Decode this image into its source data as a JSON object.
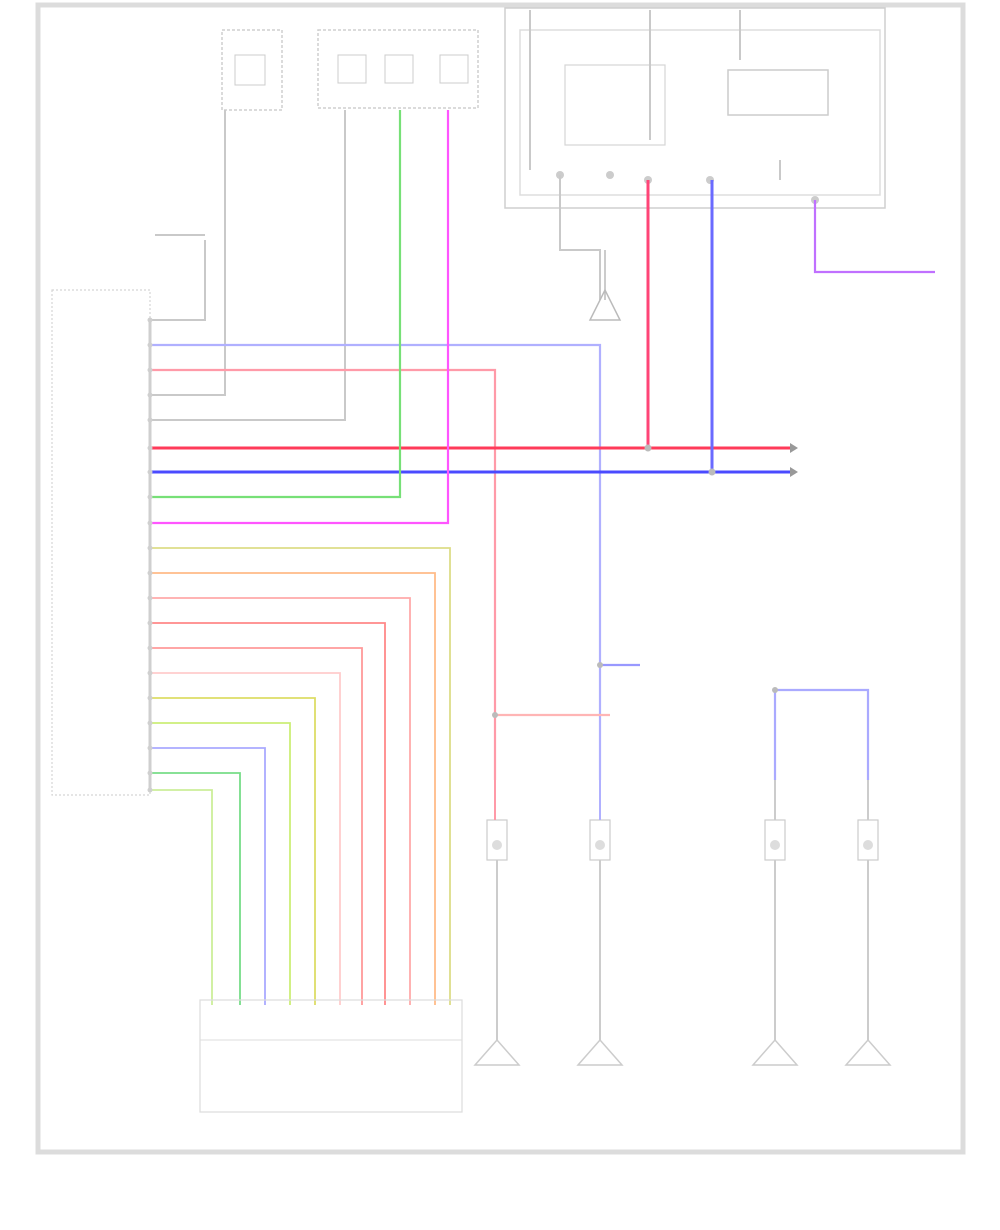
{
  "diagram": {
    "footer_code": "",
    "relays": [
      {
        "id": "relay-1",
        "label": ""
      },
      {
        "id": "relay-2",
        "label": ""
      },
      {
        "id": "relay-3",
        "label": ""
      },
      {
        "id": "relay-4",
        "label": ""
      }
    ],
    "notes": [
      {
        "id": "note-1",
        "text": ""
      },
      {
        "id": "note-2",
        "text": ""
      }
    ],
    "colors": {
      "frame": "#d9d9d9",
      "wire_gray": "#c8c8c8",
      "wire_red": "#ff3b5a",
      "wire_blue": "#4a4aff",
      "wire_green": "#66dd66",
      "wire_magenta": "#ff44ff",
      "wire_orange": "#ffaa66",
      "wire_purple": "#9999ff",
      "wire_light_red": "#ff9999",
      "wire_yellow_green": "#bbdd66"
    }
  }
}
